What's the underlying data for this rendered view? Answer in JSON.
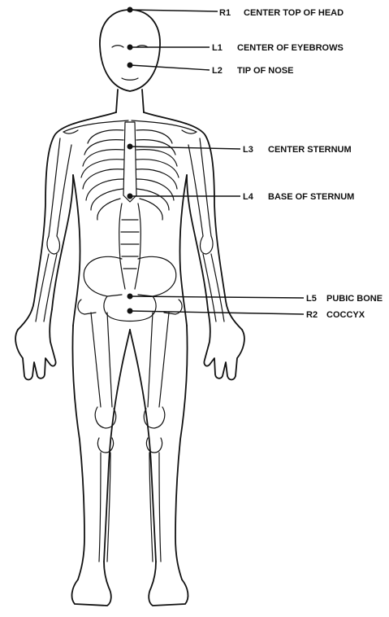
{
  "points": [
    {
      "code": "R1",
      "label": "CENTER TOP OF HEAD"
    },
    {
      "code": "L1",
      "label": "CENTER OF EYEBROWS"
    },
    {
      "code": "L2",
      "label": "TIP OF NOSE"
    },
    {
      "code": "L3",
      "label": "CENTER STERNUM"
    },
    {
      "code": "L4",
      "label": "BASE OF STERNUM"
    },
    {
      "code": "L5",
      "label": "PUBIC BONE"
    },
    {
      "code": "R2",
      "label": "COCCYX"
    }
  ],
  "colors": {
    "ink": "#111111",
    "background": "#ffffff"
  }
}
